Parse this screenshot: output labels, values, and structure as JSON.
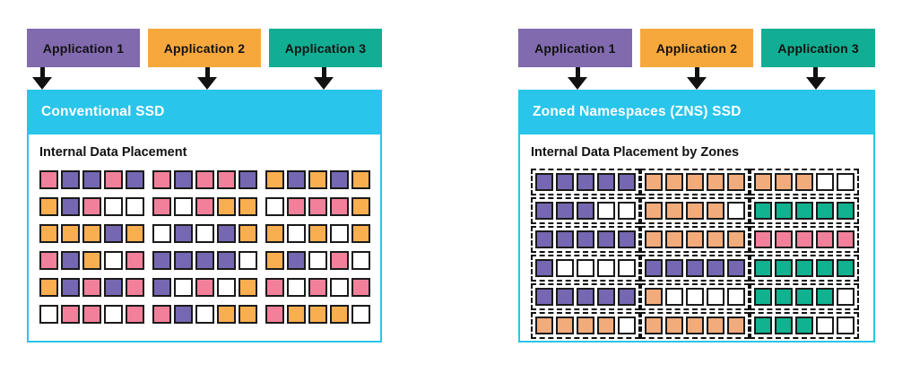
{
  "colors": {
    "pink": "#F2809A",
    "purple": "#7667B2",
    "orange": "#F9AE4F",
    "peach": "#F2AC7C",
    "teal": "#10B290",
    "white": "#FFFFFF",
    "app_purple": "#816AAE",
    "app_orange": "#F7A83D",
    "app_teal": "#12AE93",
    "header_cyan": "#29C5EA"
  },
  "panels": [
    {
      "id": "conventional",
      "applications": [
        {
          "label": "Application 1",
          "color": "#816AAE"
        },
        {
          "label": "Application 2",
          "color": "#F7A83D"
        },
        {
          "label": "Application 3",
          "color": "#12AE93"
        }
      ],
      "header_title": "Conventional SSD",
      "body_title": "Internal Data Placement",
      "grid": {
        "type": "flat",
        "rows": [
          [
            "pink",
            "purple",
            "purple",
            "pink",
            "purple",
            "pink",
            "purple",
            "pink",
            "pink",
            "purple",
            "orange",
            "purple",
            "orange",
            "purple",
            "orange"
          ],
          [
            "orange",
            "purple",
            "pink",
            "white",
            "white",
            "pink",
            "white",
            "pink",
            "orange",
            "orange",
            "white",
            "pink",
            "pink",
            "pink",
            "orange"
          ],
          [
            "orange",
            "orange",
            "orange",
            "purple",
            "orange",
            "white",
            "purple",
            "white",
            "purple",
            "orange",
            "orange",
            "white",
            "orange",
            "white",
            "orange"
          ],
          [
            "pink",
            "purple",
            "orange",
            "white",
            "pink",
            "purple",
            "purple",
            "purple",
            "purple",
            "white",
            "orange",
            "purple",
            "white",
            "pink",
            "white"
          ],
          [
            "orange",
            "purple",
            "pink",
            "purple",
            "pink",
            "purple",
            "white",
            "pink",
            "white",
            "orange",
            "pink",
            "white",
            "pink",
            "white",
            "pink"
          ],
          [
            "white",
            "pink",
            "pink",
            "white",
            "pink",
            "pink",
            "purple",
            "white",
            "orange",
            "orange",
            "pink",
            "orange",
            "orange",
            "orange",
            "white"
          ]
        ]
      }
    },
    {
      "id": "zns",
      "applications": [
        {
          "label": "Application 1",
          "color": "#816AAE"
        },
        {
          "label": "Application 2",
          "color": "#F7A83D"
        },
        {
          "label": "Application 3",
          "color": "#12AE93"
        }
      ],
      "header_title": "Zoned Namespaces (ZNS) SSD",
      "body_title": "Internal Data Placement by Zones",
      "grid": {
        "type": "zoned",
        "rows": [
          [
            [
              "purple",
              "purple",
              "purple",
              "purple",
              "purple"
            ],
            [
              "peach",
              "peach",
              "peach",
              "peach",
              "peach"
            ],
            [
              "peach",
              "peach",
              "peach",
              "white",
              "white"
            ]
          ],
          [
            [
              "purple",
              "purple",
              "purple",
              "white",
              "white"
            ],
            [
              "peach",
              "peach",
              "peach",
              "peach",
              "white"
            ],
            [
              "teal",
              "teal",
              "teal",
              "teal",
              "teal"
            ]
          ],
          [
            [
              "purple",
              "purple",
              "purple",
              "purple",
              "purple"
            ],
            [
              "peach",
              "peach",
              "peach",
              "peach",
              "peach"
            ],
            [
              "pink",
              "pink",
              "pink",
              "pink",
              "pink"
            ]
          ],
          [
            [
              "purple",
              "white",
              "white",
              "white",
              "white"
            ],
            [
              "purple",
              "purple",
              "purple",
              "purple",
              "purple"
            ],
            [
              "teal",
              "teal",
              "teal",
              "teal",
              "teal"
            ]
          ],
          [
            [
              "purple",
              "purple",
              "purple",
              "purple",
              "purple"
            ],
            [
              "peach",
              "white",
              "white",
              "white",
              "white"
            ],
            [
              "teal",
              "teal",
              "teal",
              "teal",
              "white"
            ]
          ],
          [
            [
              "peach",
              "peach",
              "peach",
              "peach",
              "white"
            ],
            [
              "peach",
              "peach",
              "peach",
              "peach",
              "peach"
            ],
            [
              "teal",
              "teal",
              "teal",
              "white",
              "white"
            ]
          ]
        ]
      }
    }
  ]
}
